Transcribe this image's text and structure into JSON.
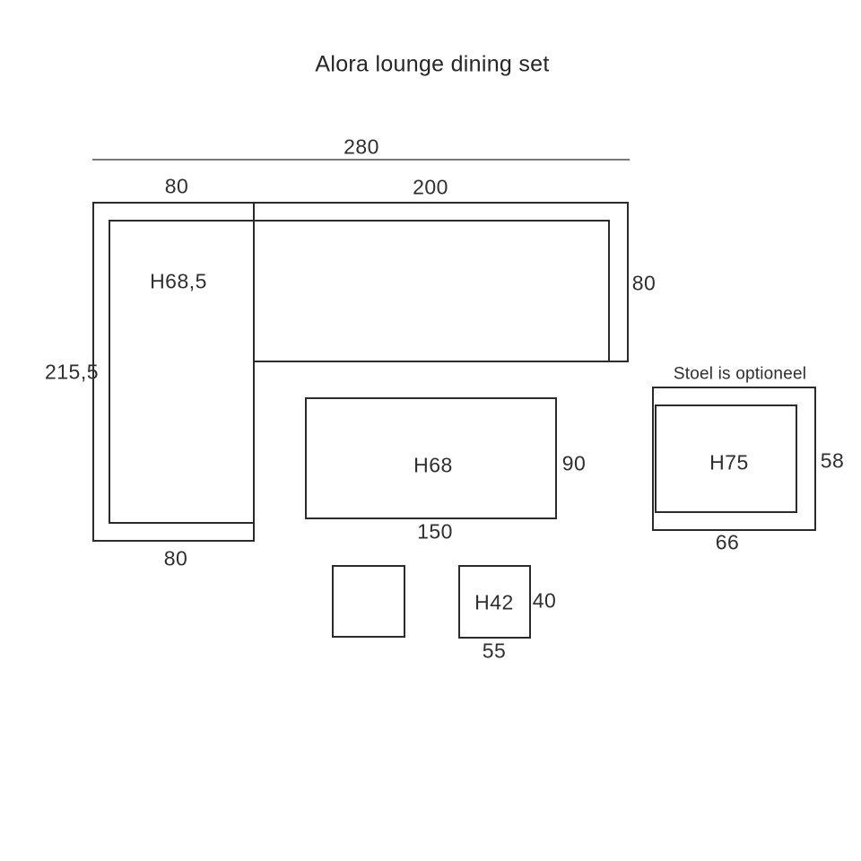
{
  "title": "Alora lounge dining set",
  "diagram": {
    "sofa": {
      "label": "H68,5",
      "dims": {
        "total_width": "280",
        "left_section_width": "80",
        "chaise_width": "200",
        "chaise_depth": "80",
        "total_depth": "215,5",
        "left_section_bottom_width": "80"
      }
    },
    "table": {
      "label": "H68",
      "width": "150",
      "depth": "90"
    },
    "chair": {
      "note": "Stoel is optioneel",
      "label": "H75",
      "width": "66",
      "depth": "58"
    },
    "footstool": {
      "label": "H42",
      "width": "55",
      "depth": "40"
    },
    "colors": {
      "outline": "#2b2b2b",
      "dimension_line": "#4d4d4d",
      "text": "#2f2f2f",
      "background": "#ffffff"
    }
  }
}
